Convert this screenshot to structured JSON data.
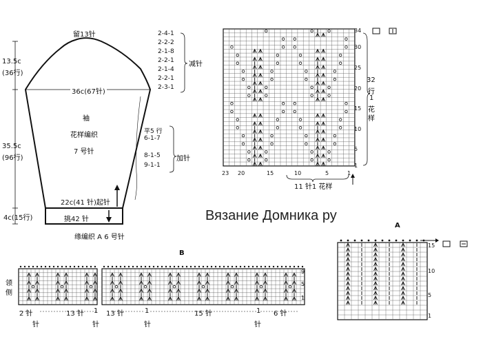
{
  "sleeve": {
    "top_cast_off": "留13针",
    "cap_height_cm": "13.5c",
    "cap_height_rows": "(36行)",
    "decrease_steps": [
      "2-4-1",
      "2-2-2",
      "2-1-8",
      "2-2-1",
      "2-1-4",
      "2-2-1",
      "2-3-1"
    ],
    "decrease_label": "减针",
    "width_top": "36c(67针)",
    "name": "袖",
    "pattern_label": "花样编织",
    "needle_body": "7 号针",
    "body_length_cm": "35.5c",
    "body_length_rows": "(96行)",
    "increase_steps": [
      "平5 行",
      "6-1-7",
      "8-1-5",
      "9-1-1"
    ],
    "increase_label": "加针",
    "cuff_width": "22c(41 针)起针",
    "cuff_pick_up": "挑42 针",
    "cuff_height_cm": "4c(15行)",
    "cuff_note": "缘编织 A   6 号针"
  },
  "chart_main": {
    "legend_symbol": "□=□",
    "row_labels": [
      "34",
      "30",
      "25",
      "20",
      "15",
      "10",
      "5",
      "1"
    ],
    "col_labels": [
      "23",
      "20",
      "15",
      "10",
      "5",
      "1"
    ],
    "repeat_rows": "32",
    "repeat_unit_1": "行",
    "repeat_unit_2": "1",
    "repeat_unit_3": "花",
    "repeat_unit_4": "样",
    "repeat_cols": "11 针1 花样"
  },
  "watermark": "Вязание Домника ру",
  "chart_a": {
    "label": "A",
    "legend": "□=□",
    "row_labels": [
      "15",
      "10",
      "5",
      "1"
    ]
  },
  "chart_b": {
    "label": "B",
    "side_label_1": "领",
    "side_label_2": "侧",
    "row_labels": [
      "9",
      "5",
      "1"
    ],
    "bottom_counts": [
      "2 针",
      "13 针",
      "1",
      "13 针",
      "1",
      "15 针",
      "1",
      "6 针"
    ],
    "bottom_units": [
      "针",
      "针",
      "针",
      "针"
    ]
  }
}
